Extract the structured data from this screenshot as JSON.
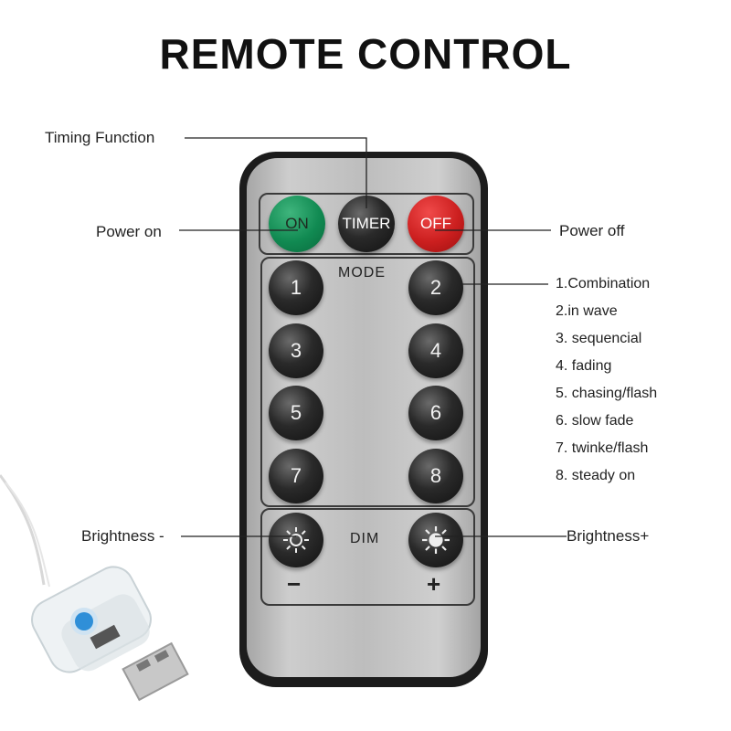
{
  "title": "REMOTE CONTROL",
  "callouts": {
    "timing": "Timing Function",
    "power_on": "Power on",
    "power_off": "Power off",
    "brightness_minus": "Brightness -",
    "brightness_plus": "Brightness+"
  },
  "remote": {
    "on_label": "ON",
    "timer_label": "TIMER",
    "off_label": "OFF",
    "mode_label": "MODE",
    "dim_label": "DIM",
    "minus_label": "−",
    "plus_label": "+",
    "buttons": [
      "1",
      "2",
      "3",
      "4",
      "5",
      "6",
      "7",
      "8"
    ]
  },
  "modes": [
    "1.Combination",
    "2.in wave",
    "3. sequencial",
    "4. fading",
    "5. chasing/flash",
    "6. slow fade",
    "7. twinke/flash",
    "8. steady on"
  ],
  "colors": {
    "on_button": "#118a52",
    "off_button": "#cc1f1f",
    "number_button": "#1f1f1f",
    "led_blue": "#2f8fd8"
  }
}
